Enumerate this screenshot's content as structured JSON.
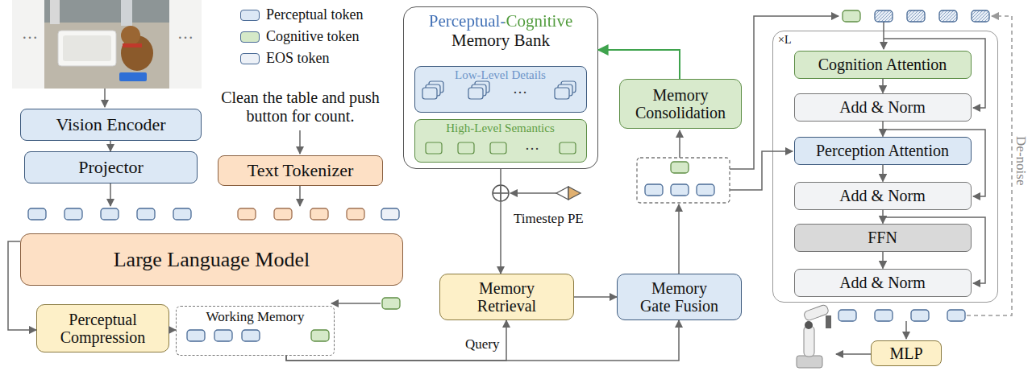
{
  "diagram": {
    "nodes": [
      {
        "text": [
          "Vision Encoder"
        ]
      },
      {
        "text": [
          "Projector"
        ]
      },
      {
        "text": [
          "Text Tokenizer"
        ]
      },
      {
        "text": [
          "Large Language Model"
        ]
      },
      {
        "text": [
          "Perceptual Compression"
        ]
      },
      {
        "text": [
          "Working Memory"
        ]
      },
      {
        "text": [
          "Perceptual-Cognitive",
          "Memory Bank"
        ]
      },
      {
        "text": [
          "Low-Level Details"
        ],
        "in": 6
      },
      {
        "text": [
          "High-Level Semantics"
        ],
        "in": 6
      },
      {
        "text": [
          "Memory Consolidation"
        ]
      },
      {
        "text": [
          "Memory Retrieval"
        ]
      },
      {
        "text": [
          "Memory Gate Fusion"
        ]
      },
      {
        "text": [
          "×L"
        ]
      },
      {
        "text": [
          "Cognition Attention"
        ],
        "in": 12
      },
      {
        "text": [
          "Add & Norm"
        ],
        "in": 12
      },
      {
        "text": [
          "Perception Attention"
        ],
        "in": 12
      },
      {
        "text": [
          "Add & Norm"
        ],
        "in": 12
      },
      {
        "text": [
          "FFN"
        ],
        "in": 12
      },
      {
        "text": [
          "Add & Norm"
        ],
        "in": 12
      },
      {
        "text": [
          "MLP"
        ]
      }
    ],
    "edges": [
      {
        "from": 0,
        "to": 1,
        "arrow": "to"
      },
      {
        "from": 3,
        "to": 4,
        "arrow": "to"
      },
      {
        "from": 4,
        "to": 5,
        "arrow": "to"
      },
      {
        "from": 5,
        "to": 10,
        "label": "Query",
        "arrow": "to"
      },
      {
        "from": 5,
        "to": 11,
        "arrow": "to"
      },
      {
        "from": 6,
        "to": 10,
        "arrow": "to"
      },
      {
        "from": 10,
        "to": 11,
        "arrow": "to"
      },
      {
        "from": 9,
        "to": 6,
        "arrow": "to"
      },
      {
        "from": 13,
        "to": 14,
        "arrow": "to"
      },
      {
        "from": 14,
        "to": 15,
        "arrow": "to"
      },
      {
        "from": 15,
        "to": 16,
        "arrow": "to"
      },
      {
        "from": 16,
        "to": 17,
        "arrow": "to"
      },
      {
        "from": 17,
        "to": 18,
        "arrow": "to"
      }
    ],
    "labels": [
      "…",
      "…",
      "Clean the table and push button for count.",
      "…",
      "…",
      "Timestep PE",
      "De-noise"
    ],
    "legend": [
      {
        "text": "Perceptual token",
        "color": "#dce8f5"
      },
      {
        "text": "Cognitive token",
        "color": "#d5e9c8"
      },
      {
        "text": "EOS token",
        "color": "#edf1f7"
      }
    ]
  }
}
